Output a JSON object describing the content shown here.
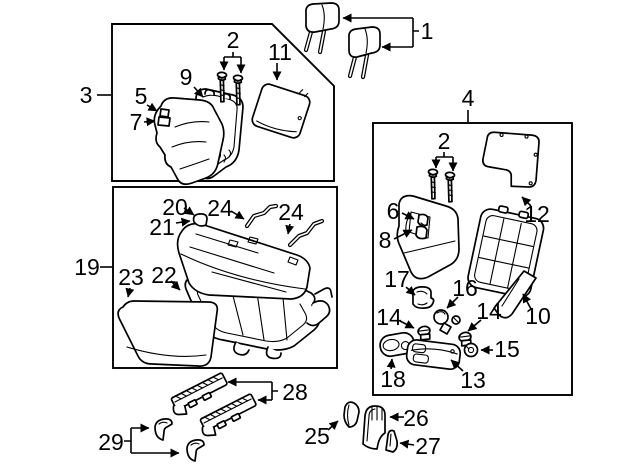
{
  "diagram": {
    "background_color": "#ffffff",
    "line_color": "#000000",
    "labels": {
      "l1": "1",
      "l2": "2",
      "l3": "3",
      "l4": "4",
      "l5": "5",
      "l6": "6",
      "l7": "7",
      "l8": "8",
      "l9": "9",
      "l10": "10",
      "l11": "11",
      "l12": "12",
      "l13": "13",
      "l14": "14",
      "l15": "15",
      "l16": "16",
      "l17": "17",
      "l18": "18",
      "l19": "19",
      "l20": "20",
      "l21": "21",
      "l22": "22",
      "l23": "23",
      "l24": "24",
      "l25": "25",
      "l26": "26",
      "l27": "27",
      "l28": "28",
      "l29": "29"
    }
  }
}
